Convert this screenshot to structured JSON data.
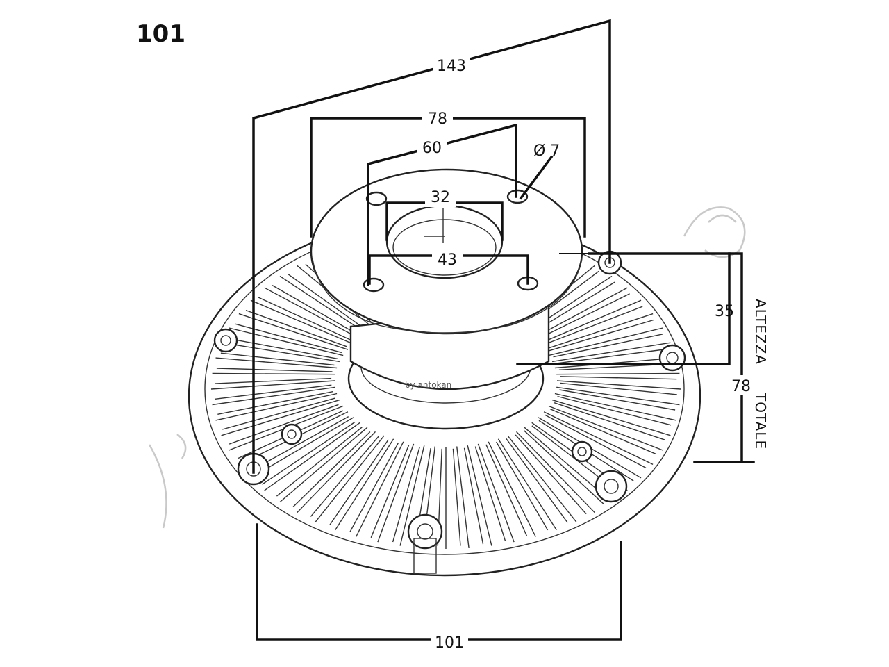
{
  "reference": "101",
  "credit": "by antokan",
  "dimensions": {
    "overall_width": "143",
    "flange_bolt_span": "78",
    "bolt_circle": "60",
    "hole_diameter": "Ø 7",
    "pilot_diameter": "32",
    "hub_bolt_span": "43",
    "flange_height": "35",
    "total_height": "78",
    "base_width": "101"
  },
  "side_label": {
    "line1": "ALTEZZA",
    "line2": "TOTALE"
  }
}
